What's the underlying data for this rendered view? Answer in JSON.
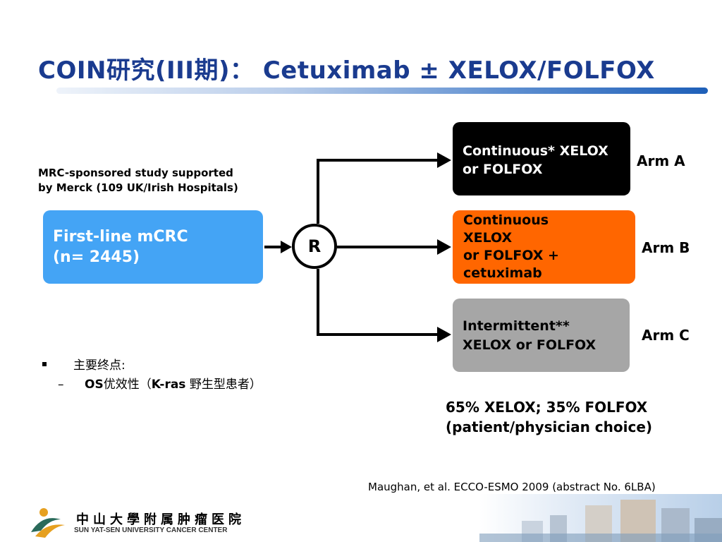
{
  "slide": {
    "title": "COIN研究(III期)： Cetuximab ± XELOX/FOLFOX"
  },
  "sponsor": {
    "line1": "MRC-sponsored study supported",
    "line2": "by Merck (109 UK/Irish Hospitals)"
  },
  "source_box": {
    "line1": "First-line mCRC",
    "line2": "(n= 2445)"
  },
  "randomization": {
    "label": "R"
  },
  "arms": [
    {
      "box_lines": [
        "Continuous* XELOX",
        "or FOLFOX"
      ],
      "label": "Arm A",
      "color": "#000000"
    },
    {
      "box_lines": [
        "Continuous",
        "XELOX",
        "or FOLFOX +",
        "cetuximab"
      ],
      "label": "Arm B",
      "color": "#ff6600"
    },
    {
      "box_lines": [
        "Intermittent**",
        "XELOX or FOLFOX"
      ],
      "label": "Arm C",
      "color": "#a6a6a6"
    }
  ],
  "endpoints": {
    "bullet": "主要终点:",
    "sub_dash": "–",
    "sub_os": "OS",
    "sub_mid": "优效性（",
    "sub_kras": "K-ras",
    "sub_tail": " 野生型患者）"
  },
  "choice": {
    "line1": "65% XELOX; 35% FOLFOX",
    "line2": "(patient/physician choice)"
  },
  "citation": "Maughan, et al. ECCO-ESMO 2009 (abstract No. 6LBA)",
  "footer": {
    "name_cn": "中山大學附属肿瘤医院",
    "name_en": "SUN YAT-SEN UNIVERSITY CANCER CENTER"
  },
  "colors": {
    "title": "#1a3b8f",
    "source_box": "#44a4f5",
    "arm_a": "#000000",
    "arm_b": "#ff6600",
    "arm_c": "#a6a6a6"
  }
}
